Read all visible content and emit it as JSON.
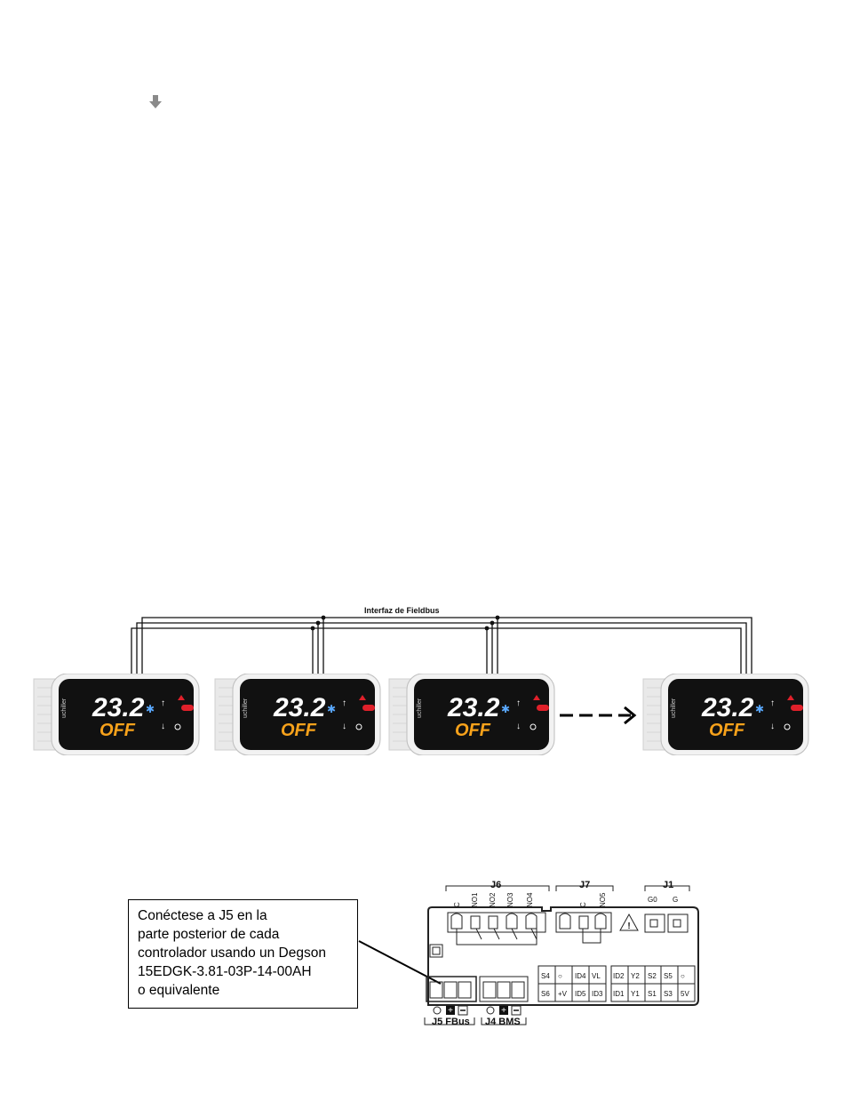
{
  "bus_label": "Interfaz de Fieldbus",
  "device": {
    "display_value": "23.2",
    "display_status": "OFF",
    "brand": "uchiller"
  },
  "callout_lines": [
    "Conéctese a J5 en la",
    "parte posterior de cada",
    "controlador usando un Degson",
    "15EDGK-3.81-03P-14-00AH",
    "o equivalente"
  ],
  "board": {
    "j6_label": "J6",
    "j6_pins": [
      "C",
      "NO1",
      "NO2",
      "NO3",
      "NO4"
    ],
    "j7_label": "J7",
    "j7_pins": [
      "C",
      "NO5"
    ],
    "j1_label": "J1",
    "j1_pins": [
      "G0",
      "G"
    ],
    "io_top": [
      "S4",
      "○",
      "ID4",
      "VL"
    ],
    "io_bottom": [
      "S6",
      "+V",
      "ID5",
      "ID3"
    ],
    "io2_top": [
      "ID2",
      "Y2",
      "S2",
      "S5",
      "○"
    ],
    "io2_bottom": [
      "ID1",
      "Y1",
      "S1",
      "S3",
      "5V"
    ],
    "j5_label": "J5 FBus",
    "j4_label": "J4 BMS"
  },
  "colors": {
    "display_white": "#ffffff",
    "display_orange": "#f7a21b",
    "snowflake_blue": "#5aa9ff",
    "alarm_red": "#e0202a"
  }
}
